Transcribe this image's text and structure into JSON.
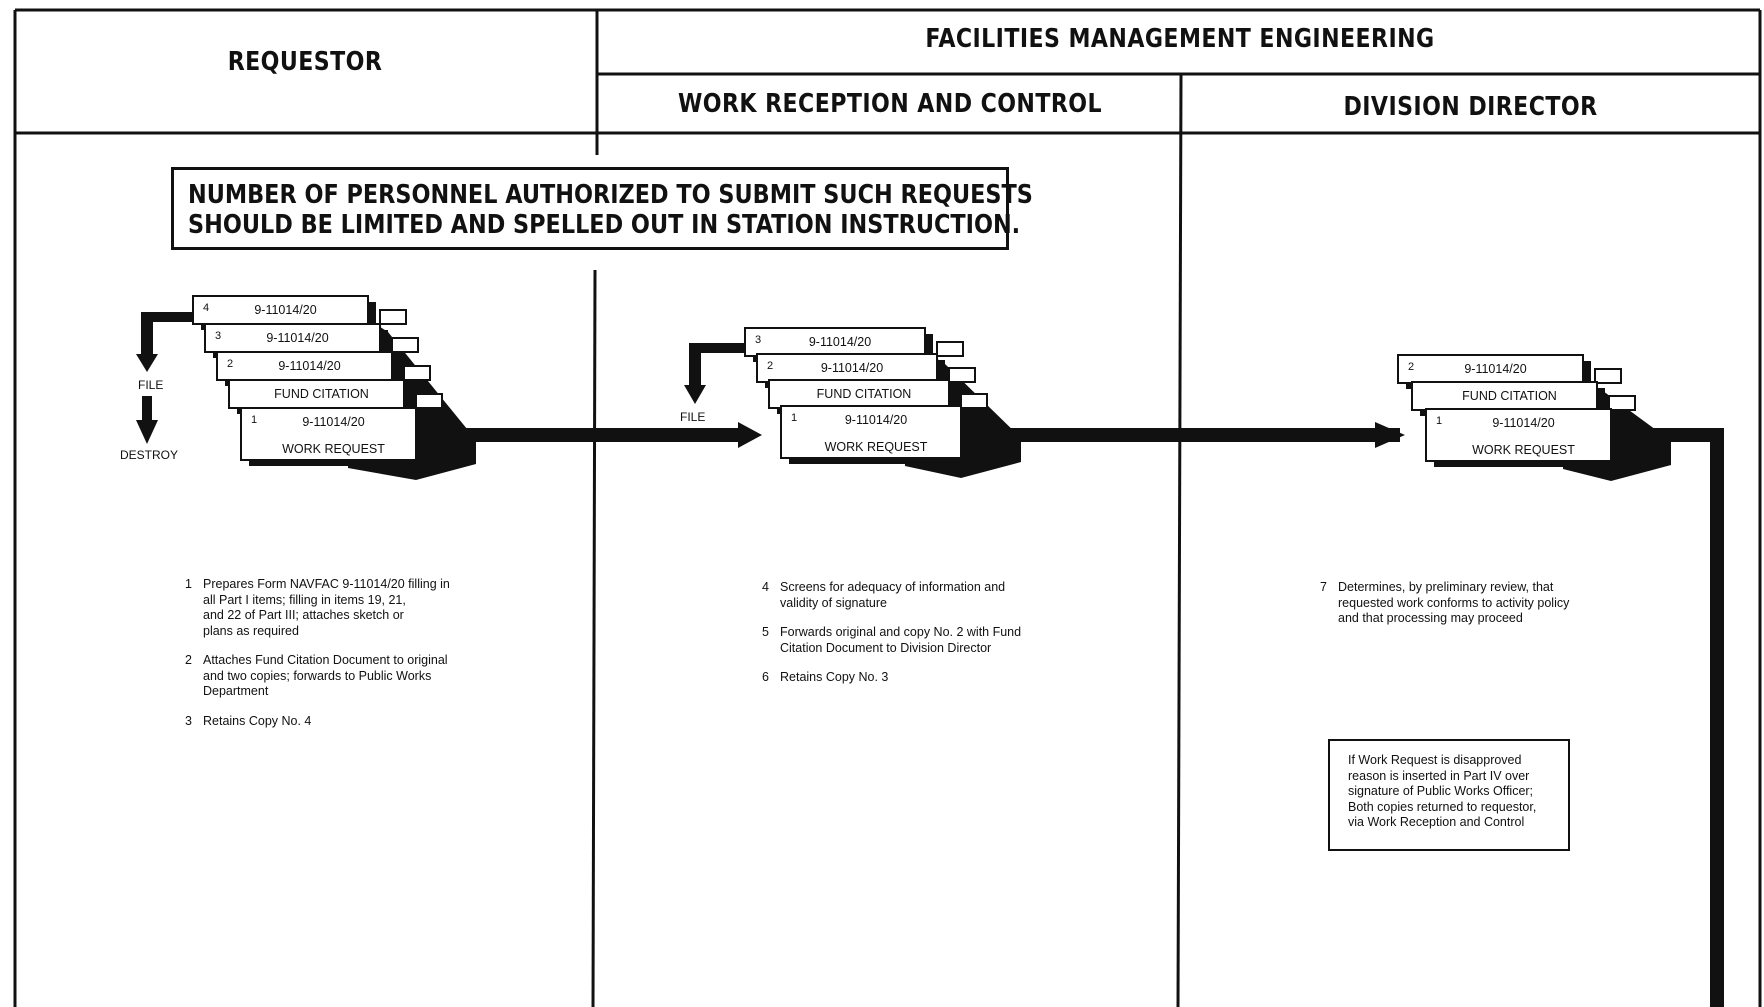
{
  "headers": {
    "requestor": "REQUESTOR",
    "fme": "FACILITIES MANAGEMENT ENGINEERING",
    "work_reception": "WORK RECEPTION AND CONTROL",
    "division_director": "DIVISION DIRECTOR"
  },
  "notice": {
    "line1": "NUMBER OF PERSONNEL AUTHORIZED TO SUBMIT SUCH REQUESTS",
    "line2": "SHOULD BE LIMITED AND SPELLED OUT IN STATION INSTRUCTION."
  },
  "flow_labels": {
    "file": "FILE",
    "destroy": "DESTROY"
  },
  "form_number": "9-11014/20",
  "stacks": {
    "requestor": [
      {
        "num": "4",
        "label": "9-11014/20"
      },
      {
        "num": "3",
        "label": "9-11014/20"
      },
      {
        "num": "2",
        "label": "9-11014/20"
      },
      {
        "num": "",
        "label": "FUND CITATION"
      },
      {
        "num": "1",
        "label": "9-11014/20",
        "sub": "WORK REQUEST"
      }
    ],
    "work_reception": [
      {
        "num": "3",
        "label": "9-11014/20"
      },
      {
        "num": "2",
        "label": "9-11014/20"
      },
      {
        "num": "",
        "label": "FUND CITATION"
      },
      {
        "num": "1",
        "label": "9-11014/20",
        "sub": "WORK REQUEST"
      }
    ],
    "division_director": [
      {
        "num": "2",
        "label": "9-11014/20"
      },
      {
        "num": "",
        "label": "FUND CITATION"
      },
      {
        "num": "1",
        "label": "9-11014/20",
        "sub": "WORK REQUEST"
      }
    ]
  },
  "steps": {
    "requestor": [
      {
        "num": "1",
        "text": "Prepares Form NAVFAC 9-11014/20 filling in\nall Part I items; filling in items 19, 21,\nand 22 of Part III; attaches sketch or\nplans as required"
      },
      {
        "num": "2",
        "text": "Attaches Fund Citation Document to original\nand two copies; forwards to Public Works\nDepartment"
      },
      {
        "num": "3",
        "text": "Retains Copy No. 4"
      }
    ],
    "work_reception": [
      {
        "num": "4",
        "text": "Screens for adequacy of information and\nvalidity of signature"
      },
      {
        "num": "5",
        "text": "Forwards original and copy No. 2 with Fund\nCitation Document to Division Director"
      },
      {
        "num": "6",
        "text": "Retains Copy No. 3"
      }
    ],
    "division_director": [
      {
        "num": "7",
        "text": "Determines, by preliminary review, that\nrequested work conforms to activity policy\nand that processing may proceed"
      }
    ]
  },
  "note": "If Work Request is disapproved\nreason is inserted in Part IV over\nsignature of Public Works Officer;\nBoth copies returned to requestor,\nvia Work Reception and Control"
}
